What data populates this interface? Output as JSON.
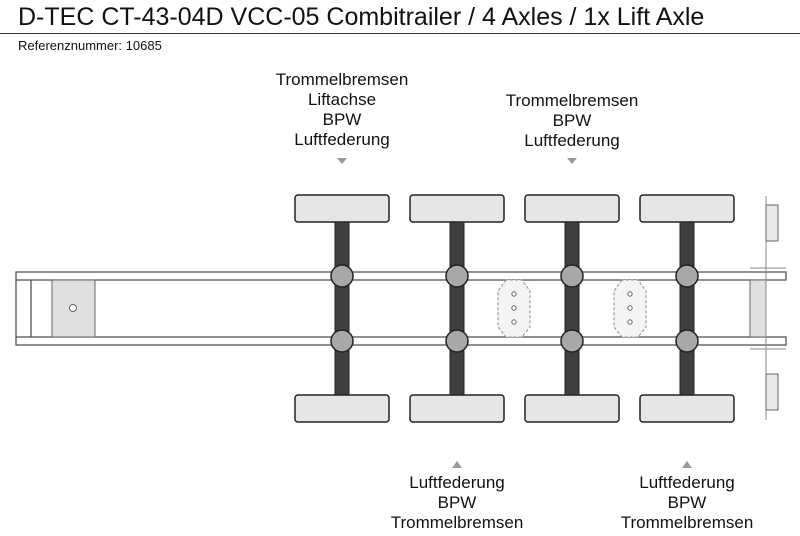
{
  "header": {
    "title": "D-TEC CT-43-04D VCC-05 Combitrailer / 4 Axles / 1x Lift Axle",
    "reference": "Referenznummer: 10685"
  },
  "labels_top": [
    {
      "lines": [
        "Trommelbremsen",
        "Liftachse",
        "BPW",
        "Luftfederung"
      ]
    },
    {
      "lines": [
        "Trommelbremsen",
        "BPW",
        "Luftfederung"
      ]
    }
  ],
  "labels_bottom": [
    {
      "lines": [
        "Luftfederung",
        "BPW",
        "Trommelbremsen"
      ]
    },
    {
      "lines": [
        "Luftfederung",
        "BPW",
        "Trommelbremsen"
      ]
    }
  ],
  "axles": [
    {
      "lift": true
    },
    {
      "lift": false
    },
    {
      "lift": false
    },
    {
      "lift": false
    }
  ],
  "colors": {
    "line": "#555555",
    "wheel_fill": "#e6e6e6",
    "axle_fill": "#404040",
    "hub_fill": "#a8a8a8",
    "arrow": "#999999"
  }
}
